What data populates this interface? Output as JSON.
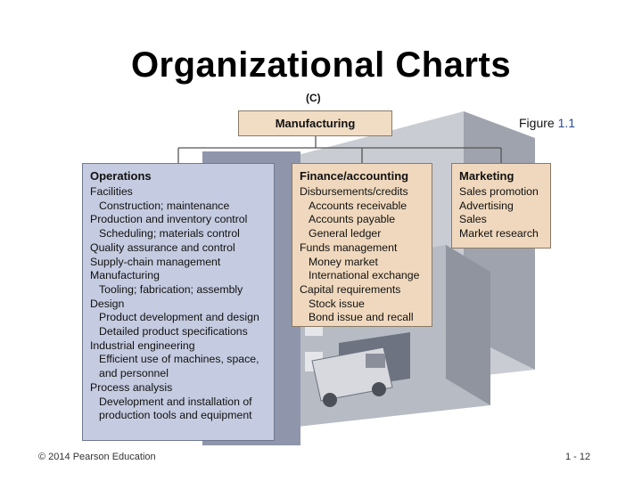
{
  "title": "Organizational Charts",
  "panel_label": "(C)",
  "figure_label": {
    "prefix": "Figure ",
    "number": "1.1"
  },
  "root_box": "Manufacturing",
  "operations": {
    "title": "Operations",
    "lines": [
      {
        "text": "Facilities",
        "level": 0
      },
      {
        "text": "Construction; maintenance",
        "level": 1
      },
      {
        "text": "Production and inventory control",
        "level": 0
      },
      {
        "text": "Scheduling; materials control",
        "level": 1
      },
      {
        "text": "Quality assurance and control",
        "level": 0
      },
      {
        "text": "Supply-chain management",
        "level": 0
      },
      {
        "text": "Manufacturing",
        "level": 0
      },
      {
        "text": "Tooling; fabrication; assembly",
        "level": 1
      },
      {
        "text": "Design",
        "level": 0
      },
      {
        "text": "Product development and design",
        "level": 1
      },
      {
        "text": "Detailed product specifications",
        "level": 1
      },
      {
        "text": "Industrial engineering",
        "level": 0
      },
      {
        "text": "Efficient use of machines, space,",
        "level": 1
      },
      {
        "text": "and personnel",
        "level": 1
      },
      {
        "text": "Process analysis",
        "level": 0
      },
      {
        "text": "Development and installation of",
        "level": 1
      },
      {
        "text": "production tools and equipment",
        "level": 1
      }
    ]
  },
  "finance": {
    "title": "Finance/accounting",
    "lines": [
      {
        "text": "Disbursements/credits",
        "level": 0
      },
      {
        "text": "Accounts receivable",
        "level": 1
      },
      {
        "text": "Accounts payable",
        "level": 1
      },
      {
        "text": "General ledger",
        "level": 1
      },
      {
        "text": "Funds management",
        "level": 0
      },
      {
        "text": "Money market",
        "level": 1
      },
      {
        "text": "International exchange",
        "level": 1
      },
      {
        "text": "Capital requirements",
        "level": 0
      },
      {
        "text": "Stock issue",
        "level": 1
      },
      {
        "text": "Bond issue and recall",
        "level": 1
      }
    ]
  },
  "marketing": {
    "title": "Marketing",
    "lines": [
      {
        "text": "Sales promotion",
        "level": 0
      },
      {
        "text": "Advertising",
        "level": 0
      },
      {
        "text": "Sales",
        "level": 0
      },
      {
        "text": "Market research",
        "level": 0
      }
    ]
  },
  "footer": {
    "copyright": "© 2014 Pearson Education",
    "page": "1 - 12"
  },
  "colors": {
    "operations_fill": "#c5cbe0",
    "peach_fill": "#efd8bd",
    "building_gray": "#aeb3bd"
  }
}
